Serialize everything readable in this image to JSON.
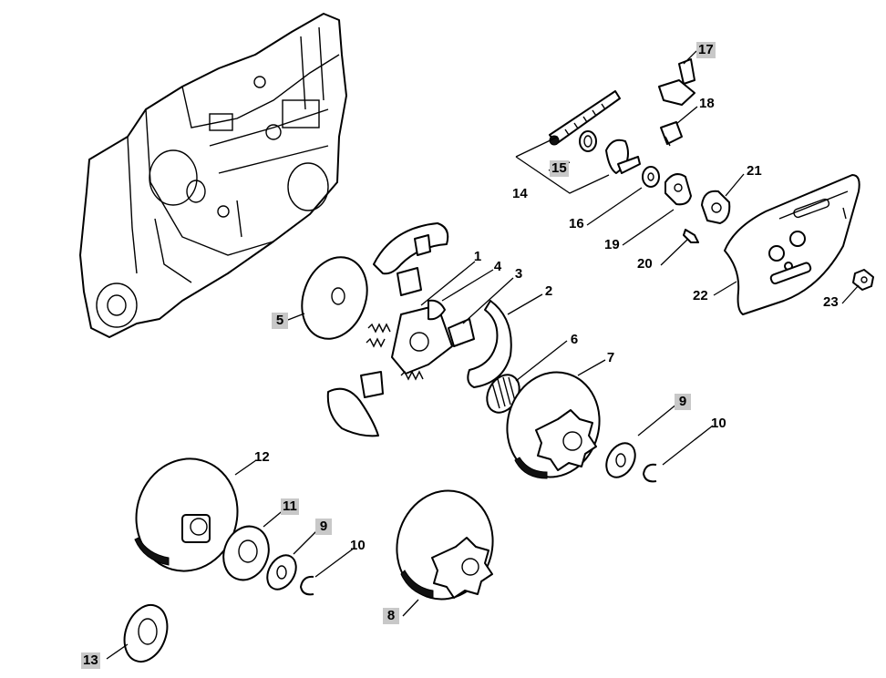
{
  "callouts": [
    {
      "id": "1",
      "text": "1",
      "shaded": false
    },
    {
      "id": "2",
      "text": "2",
      "shaded": false
    },
    {
      "id": "3",
      "text": "3",
      "shaded": false
    },
    {
      "id": "4",
      "text": "4",
      "shaded": false
    },
    {
      "id": "5",
      "text": "5",
      "shaded": true
    },
    {
      "id": "6",
      "text": "6",
      "shaded": false
    },
    {
      "id": "7",
      "text": "7",
      "shaded": false
    },
    {
      "id": "8",
      "text": "8",
      "shaded": true
    },
    {
      "id": "9a",
      "text": "9",
      "shaded": true
    },
    {
      "id": "10a",
      "text": "10",
      "shaded": false
    },
    {
      "id": "11",
      "text": "11",
      "shaded": true
    },
    {
      "id": "9b",
      "text": "9",
      "shaded": true
    },
    {
      "id": "10b",
      "text": "10",
      "shaded": false
    },
    {
      "id": "12",
      "text": "12",
      "shaded": false
    },
    {
      "id": "13",
      "text": "13",
      "shaded": true
    },
    {
      "id": "14",
      "text": "14",
      "shaded": false
    },
    {
      "id": "15",
      "text": "15",
      "shaded": true
    },
    {
      "id": "16",
      "text": "16",
      "shaded": false
    },
    {
      "id": "17",
      "text": "17",
      "shaded": true
    },
    {
      "id": "18",
      "text": "18",
      "shaded": false
    },
    {
      "id": "19",
      "text": "19",
      "shaded": false
    },
    {
      "id": "20",
      "text": "20",
      "shaded": false
    },
    {
      "id": "21",
      "text": "21",
      "shaded": false
    },
    {
      "id": "22",
      "text": "22",
      "shaded": false
    },
    {
      "id": "23",
      "text": "23",
      "shaded": false
    }
  ]
}
